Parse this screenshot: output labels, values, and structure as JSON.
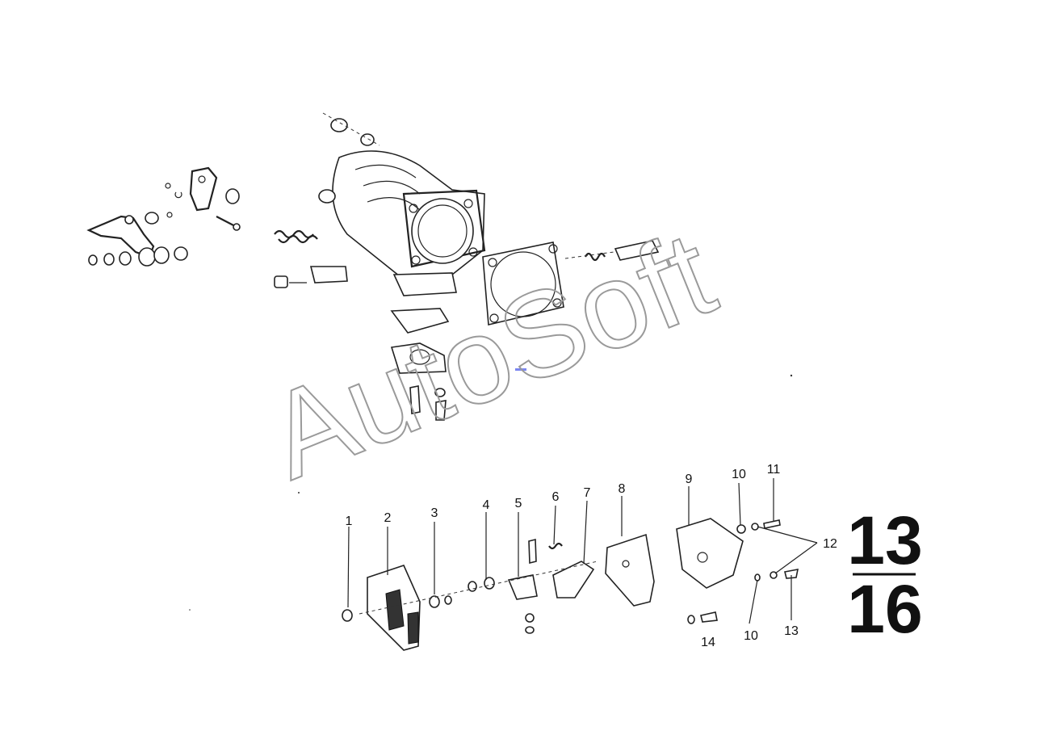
{
  "diagram": {
    "sheet_number_top": "13",
    "sheet_number_bottom": "16",
    "watermark": "AutoSoft",
    "callouts": [
      {
        "id": "c1",
        "text": "1"
      },
      {
        "id": "c2",
        "text": "2"
      },
      {
        "id": "c3",
        "text": "3"
      },
      {
        "id": "c4",
        "text": "4"
      },
      {
        "id": "c5",
        "text": "5"
      },
      {
        "id": "c6",
        "text": "6"
      },
      {
        "id": "c7",
        "text": "7"
      },
      {
        "id": "c8",
        "text": "8"
      },
      {
        "id": "c9",
        "text": "9"
      },
      {
        "id": "c10a",
        "text": "10"
      },
      {
        "id": "c11",
        "text": "11"
      },
      {
        "id": "c12",
        "text": "12"
      },
      {
        "id": "c13",
        "text": "13"
      },
      {
        "id": "c10b",
        "text": "10"
      },
      {
        "id": "c14",
        "text": "14"
      }
    ]
  }
}
